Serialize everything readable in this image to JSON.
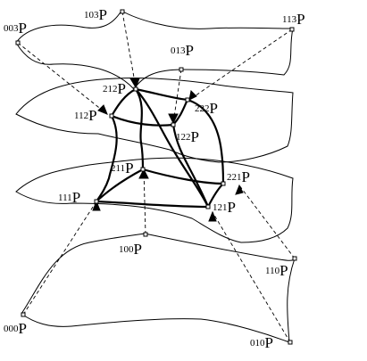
{
  "diagram": {
    "points": [
      {
        "id": "p003",
        "index": "003",
        "letter": "P"
      },
      {
        "id": "p103",
        "index": "103",
        "letter": "P"
      },
      {
        "id": "p113",
        "index": "113",
        "letter": "P"
      },
      {
        "id": "p013",
        "index": "013",
        "letter": "P"
      },
      {
        "id": "p212",
        "index": "212",
        "letter": "P"
      },
      {
        "id": "p222",
        "index": "222",
        "letter": "P"
      },
      {
        "id": "p112",
        "index": "112",
        "letter": "P"
      },
      {
        "id": "p122",
        "index": "122",
        "letter": "P"
      },
      {
        "id": "p211",
        "index": "211",
        "letter": "P"
      },
      {
        "id": "p221",
        "index": "221",
        "letter": "P"
      },
      {
        "id": "p111",
        "index": "111",
        "letter": "P"
      },
      {
        "id": "p121",
        "index": "121",
        "letter": "P"
      },
      {
        "id": "p100",
        "index": "100",
        "letter": "P"
      },
      {
        "id": "p110",
        "index": "110",
        "letter": "P"
      },
      {
        "id": "p000",
        "index": "000",
        "letter": "P"
      },
      {
        "id": "p010",
        "index": "010",
        "letter": "P"
      }
    ]
  }
}
